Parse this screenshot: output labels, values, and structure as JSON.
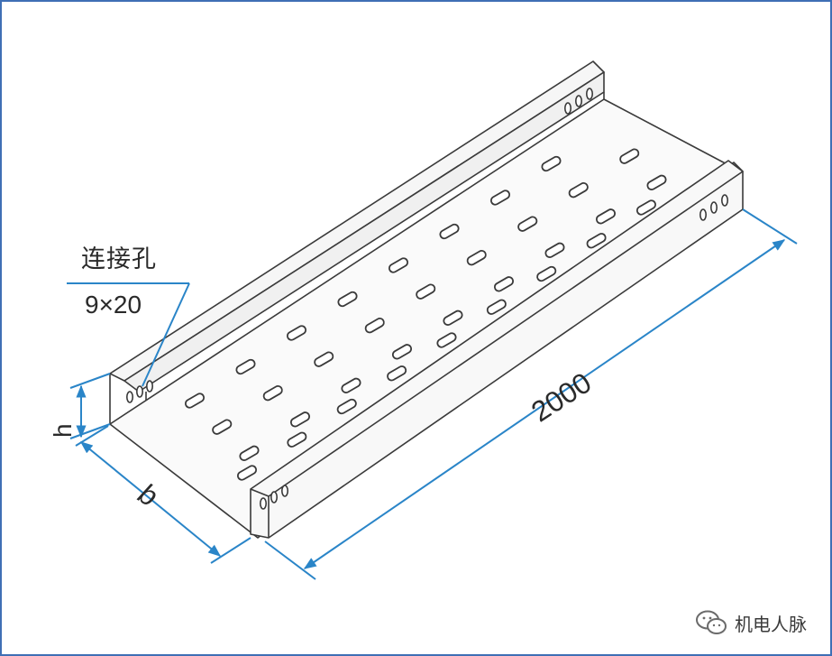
{
  "labels": {
    "hole_title": "连接孔",
    "hole_size": "9×20",
    "length": "2000",
    "width": "b",
    "height": "h"
  },
  "watermark": {
    "text": "机电人脉",
    "icon": "wechat-icon"
  },
  "colors": {
    "frame": "#3f6fb5",
    "dimension": "#2a85c8",
    "outline": "#3a3a3a",
    "text": "#2a2a2a"
  }
}
